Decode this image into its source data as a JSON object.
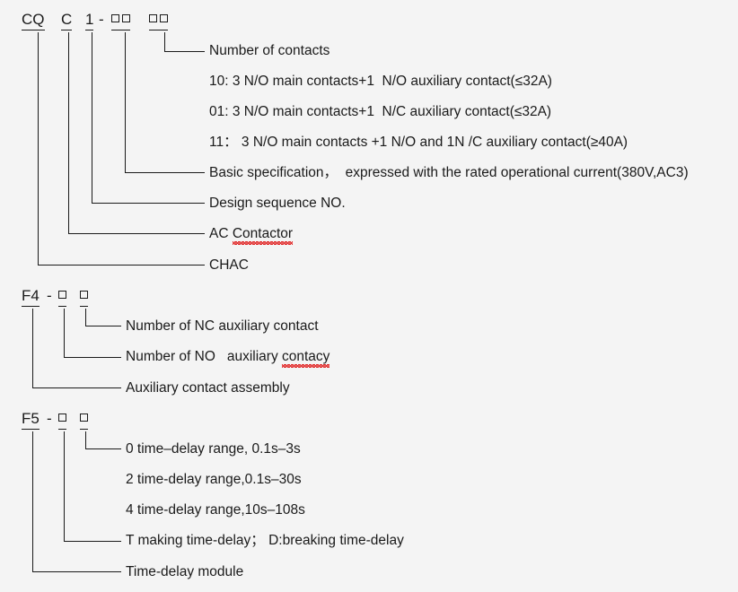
{
  "diagram": {
    "title": "Product model designation breakdown",
    "background_color": "#f4f4f4",
    "line_color": "#1a1a1a",
    "spellcheck_color": "#e02020"
  },
  "blocks": [
    {
      "id": "cqc1",
      "code": {
        "part1": "CQ",
        "part2": "C",
        "part3": "1",
        "separator": "-",
        "placeholder1": "□□",
        "placeholder2": "□□"
      },
      "labels": [
        {
          "id": "number-of-contacts",
          "text": "Number of contacts"
        },
        {
          "id": "contacts-10",
          "text": "10: 3 N/O main contacts+1  N/O auxiliary contact(≤32A)"
        },
        {
          "id": "contacts-01",
          "text": "01: 3 N/O main contacts+1  N/C auxiliary contact(≤32A)"
        },
        {
          "id": "contacts-11",
          "text": "11： 3 N/O main contacts +1 N/O and 1N /C auxiliary contact(≥40A)"
        },
        {
          "id": "basic-specification",
          "text": "Basic specification，  expressed with the rated operational current(380V,AC3)"
        },
        {
          "id": "design-sequence",
          "text": "Design sequence NO."
        },
        {
          "id": "ac-contactor",
          "text_before": "AC ",
          "text_misspelled": "Contactor",
          "text_after": ""
        },
        {
          "id": "chac",
          "text": "CHAC"
        }
      ]
    },
    {
      "id": "f4",
      "code": {
        "part1": "F4",
        "separator": "-",
        "placeholder1": "□",
        "placeholder2": "□"
      },
      "labels": [
        {
          "id": "number-nc-auxiliary",
          "text": "Number of NC auxiliary contact"
        },
        {
          "id": "number-no-auxiliary",
          "text_before": "Number of NO   auxiliary ",
          "text_misspelled": "contacy",
          "text_after": ""
        },
        {
          "id": "auxiliary-contact-assembly",
          "text": "Auxiliary contact assembly"
        }
      ]
    },
    {
      "id": "f5",
      "code": {
        "part1": "F5",
        "separator": "-",
        "placeholder1": "□",
        "placeholder2": "□"
      },
      "labels": [
        {
          "id": "delay-range-0",
          "text": "0 time–delay range, 0.1s–3s"
        },
        {
          "id": "delay-range-2",
          "text": "2 time-delay range,0.1s–30s"
        },
        {
          "id": "delay-range-4",
          "text": "4 time-delay range,10s–108s"
        },
        {
          "id": "making-breaking-delay",
          "text": "T making time-delay； D:breaking time-delay"
        },
        {
          "id": "time-delay-module",
          "text": "Time-delay module"
        }
      ]
    }
  ]
}
